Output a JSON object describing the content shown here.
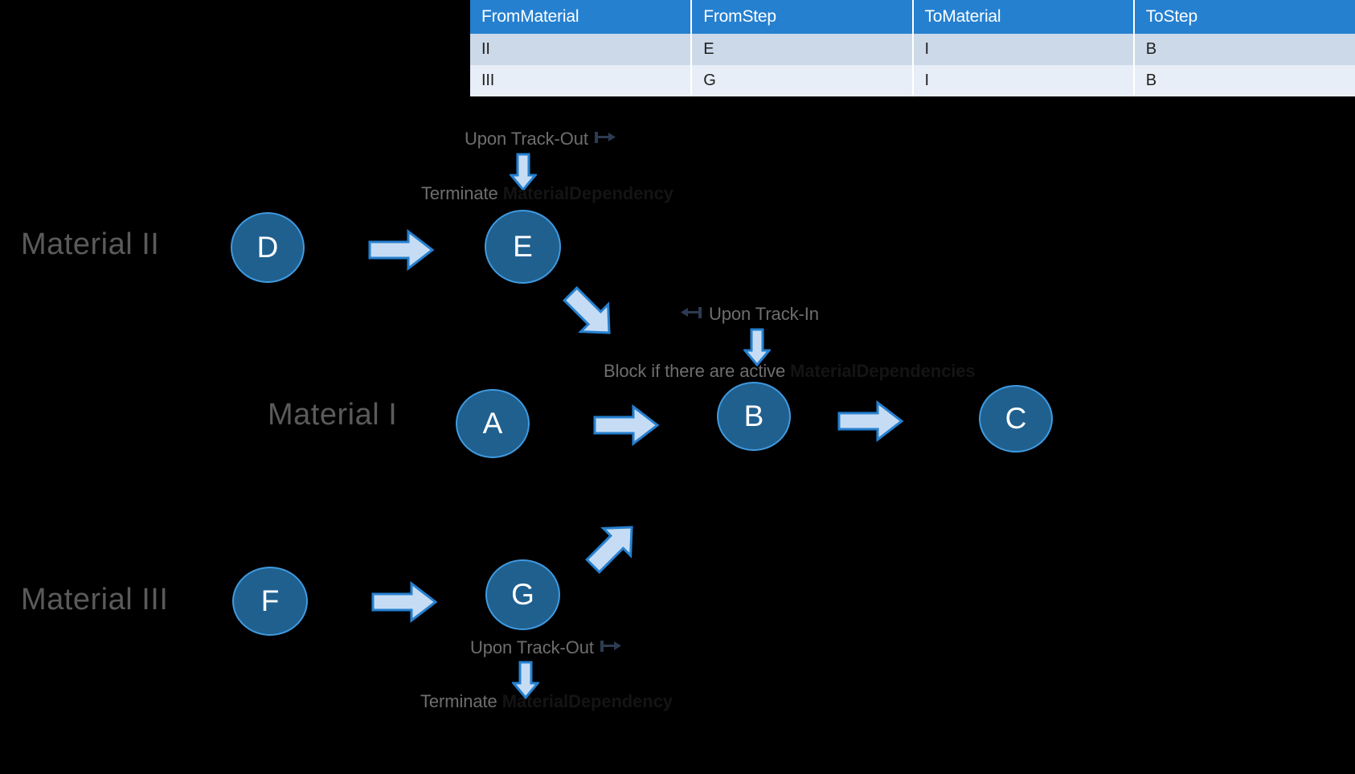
{
  "table": {
    "columns": [
      "FromMaterial",
      "FromStep",
      "ToMaterial",
      "ToStep"
    ],
    "rows": [
      {
        "from_material": "II",
        "from_step": "E",
        "to_material": "I",
        "to_step": "B"
      },
      {
        "from_material": "III",
        "from_step": "G",
        "to_material": "I",
        "to_step": "B"
      }
    ]
  },
  "lanes": {
    "material_ii": "Material II",
    "material_i": "Material I",
    "material_iii": "Material III"
  },
  "nodes": {
    "d": "D",
    "e": "E",
    "a": "A",
    "b": "B",
    "c": "C",
    "f": "F",
    "g": "G"
  },
  "annotations": {
    "track_out_top": "Upon Track-Out",
    "terminate_top_soft": "Terminate ",
    "terminate_top_hard": "MaterialDependency",
    "track_in": "Upon Track-In",
    "block_soft": "Block if there are active ",
    "block_hard": "MaterialDependencies",
    "track_out_bottom": "Upon Track-Out",
    "terminate_bottom_soft": "Terminate ",
    "terminate_bottom_hard": "MaterialDependency"
  },
  "icons": {
    "track_out": "track-out-icon",
    "track_in": "track-in-icon"
  },
  "colors": {
    "header_blue": "#2580d0",
    "row_a": "#ccd9e8",
    "row_b": "#e8eef7",
    "node_fill": "#20608f",
    "node_stroke": "#3f9ae0",
    "arrow_fill": "#c6dcf4",
    "arrow_stroke": "#2580d0",
    "background": "#000000",
    "lane_label": "#5a5a5a"
  }
}
